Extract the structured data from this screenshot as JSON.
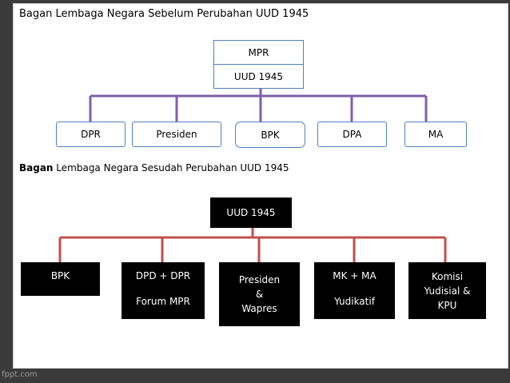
{
  "diagram_before": {
    "title": "Bagan Lembaga Negara Sebelum Perubahan UUD 1945",
    "top": [
      "MPR",
      "UUD 1945"
    ],
    "nodes": [
      "DPR",
      "Presiden",
      "BPK",
      "DPA",
      "MA"
    ],
    "line_color": "#7f5fa8",
    "box_border_color": "#4f81bd"
  },
  "diagram_after": {
    "title_bold": "Bagan",
    "title_rest": " Lembaga Negara Sesudah Perubahan UUD 1945",
    "top": "UUD 1945",
    "nodes": [
      {
        "line1": "BPK",
        "line2": "",
        "line3": ""
      },
      {
        "line1": "DPD + DPR",
        "line2": "Forum MPR",
        "line3": ""
      },
      {
        "line1": "Presiden",
        "line2": "&",
        "line3": "Wapres"
      },
      {
        "line1": "MK + MA",
        "line2": "Yudikatif",
        "line3": ""
      },
      {
        "line1": "Komisi",
        "line2": "Yudisial &",
        "line3": "KPU"
      }
    ],
    "line_color": "#c0504d"
  },
  "watermark": "fppt.com"
}
